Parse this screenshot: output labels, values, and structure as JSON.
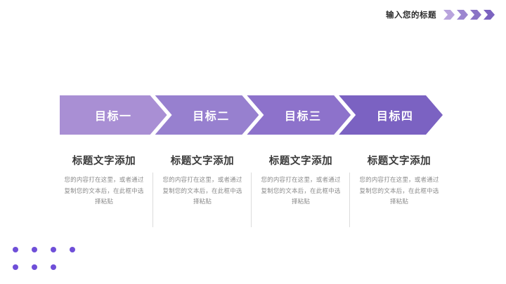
{
  "header": {
    "title": "输入您的标题",
    "arrows": [
      "arrow-1",
      "arrow-2",
      "arrow-3",
      "arrow-4"
    ]
  },
  "chevrons": [
    {
      "label": "目标一",
      "color": "#a98fd4",
      "width": 160
    },
    {
      "label": "目标二",
      "color": "#9780cf",
      "width": 155
    },
    {
      "label": "目标三",
      "color": "#8d72cb",
      "width": 155
    },
    {
      "label": "目标四",
      "color": "#7b62c2",
      "width": 155
    }
  ],
  "columns": [
    {
      "title": "标题文字添加",
      "body": "您的内容打在这里，或者通过复制您的文本后，在此框中选择粘贴"
    },
    {
      "title": "标题文字添加",
      "body": "您的内容打在这里，或者通过复制您的文本后，在此框中选择粘贴"
    },
    {
      "title": "标题文字添加",
      "body": "您的内容打在这里，或者通过复制您的文本后，在此框中选择粘贴"
    },
    {
      "title": "标题文字添加",
      "body": "您的内容打在这里，或者通过复制您的文本后，在此框中选择粘贴"
    }
  ],
  "decoration": {
    "dot_color": "#6f4fd8",
    "dots_row1": 4,
    "dots_row2": 3
  },
  "theme": {
    "background": "#ffffff",
    "title_color": "#2f2f2f",
    "body_color": "#8b8b8b"
  }
}
